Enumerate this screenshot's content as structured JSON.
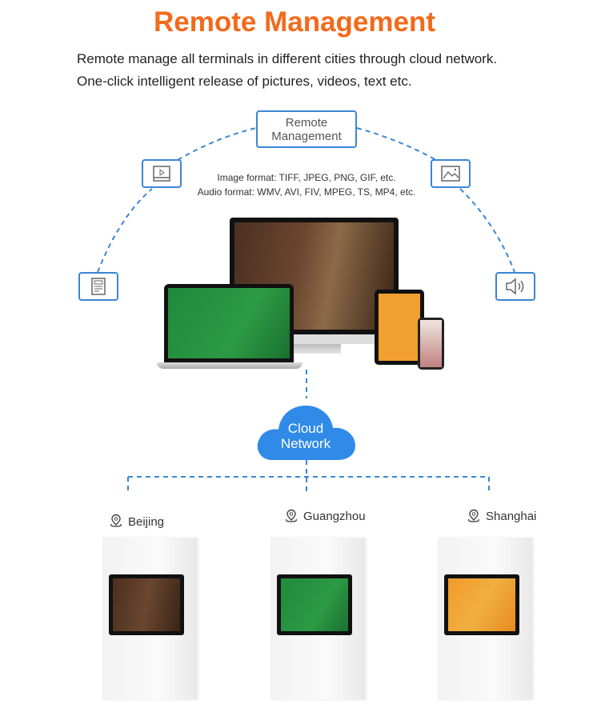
{
  "title": "Remote Management",
  "subtitle": [
    "Remote manage all terminals in different cities through cloud network.",
    "One-click intelligent release of pictures, videos, text etc."
  ],
  "center_node": {
    "line1": "Remote",
    "line2": "Management"
  },
  "formats": {
    "image": "Image format: TIFF, JPEG, PNG, GIF, etc.",
    "audio": "Audio format: WMV, AVI, FIV, MPEG, TS, MP4, etc."
  },
  "cloud": {
    "line1": "Cloud",
    "line2": "Network"
  },
  "locations": [
    "Beijing",
    "Guangzhou",
    "Shanghai"
  ],
  "colors": {
    "accent": "#f26a1b",
    "blue": "#3a86d4",
    "cloud": "#2f8ae8"
  }
}
